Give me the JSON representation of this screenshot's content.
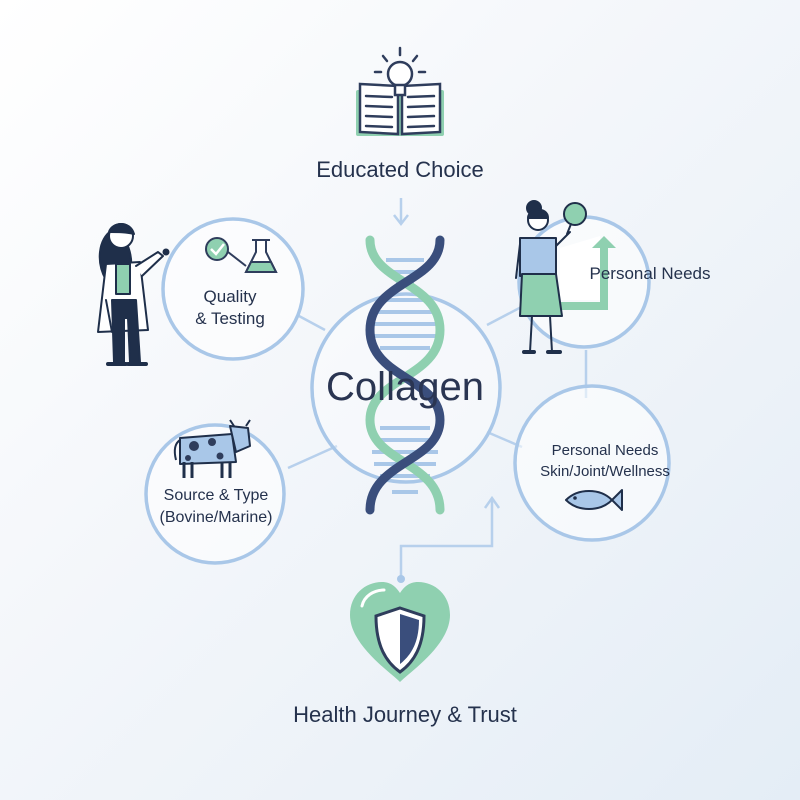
{
  "title_top": "Educated Choice",
  "center": "Collagen",
  "nodes": {
    "quality": [
      "Quality",
      "& Testing"
    ],
    "personal_needs": "Personal Needs",
    "personal_needs_detail": [
      "Personal Needs",
      "Skin/Joint/Wellness"
    ],
    "source": [
      "Source & Type",
      "(Bovine/Marine)"
    ]
  },
  "title_bottom": "Health Journey & Trust",
  "colors": {
    "navy": "#3a4e7c",
    "green": "#8fd0b0",
    "light_blue": "#a9c7e8",
    "text": "#25324d"
  }
}
